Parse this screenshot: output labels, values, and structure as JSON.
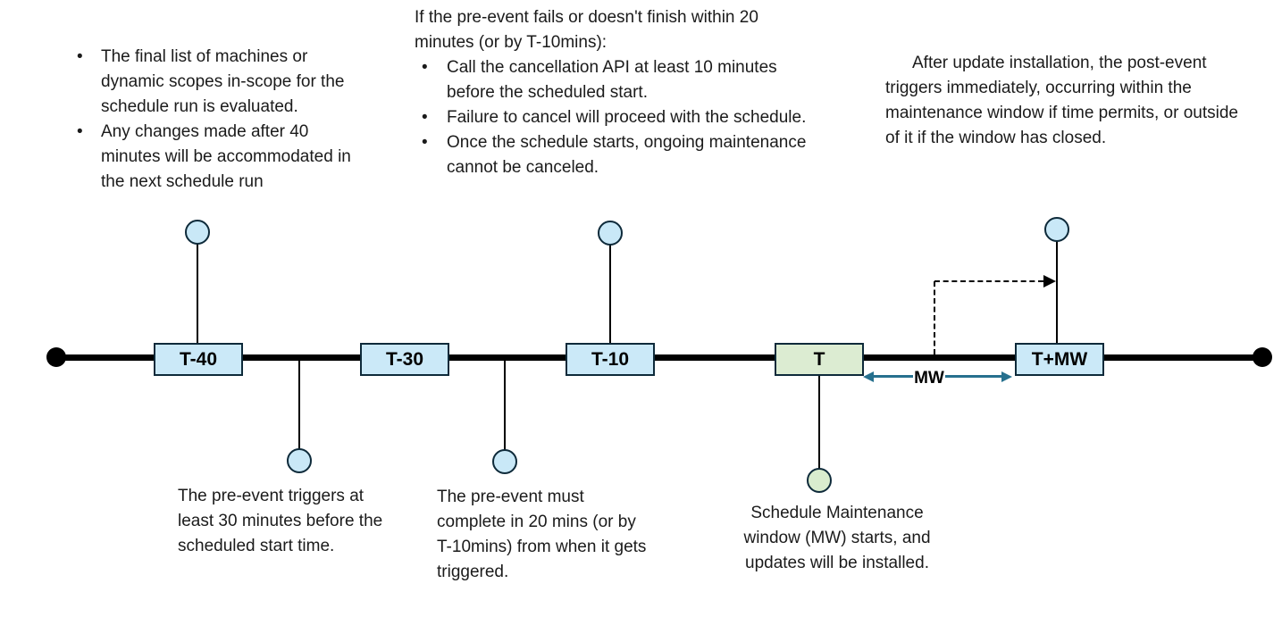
{
  "diagram": {
    "notes": {
      "scope_evaluation": {
        "bullets": [
          "The final list of machines or dynamic scopes in-scope for the schedule run is evaluated.",
          "Any changes made after 40 minutes will be accommodated in the next schedule run"
        ]
      },
      "pre_event_failure": {
        "intro": "If the pre-event fails or doesn't finish within 20 minutes (or by T-10mins):",
        "bullets": [
          "Call the cancellation API at least 10 minutes before the scheduled start.",
          "Failure to cancel will proceed with the schedule.",
          "Once the schedule starts, ongoing maintenance cannot be canceled."
        ]
      },
      "post_event": "After update installation, the post-event triggers immediately, occurring within the maintenance window if time permits, or outside of it if the window has closed.",
      "pre_event_trigger": "The pre-event triggers at least 30 minutes before the scheduled start time.",
      "pre_event_complete": "The pre-event must complete in 20 mins (or by T-10mins) from when it gets triggered.",
      "mw_start": "Schedule Maintenance window (MW) starts, and updates will be installed."
    },
    "milestones": [
      {
        "label": "T-40",
        "type": "blue"
      },
      {
        "label": "T-30",
        "type": "blue"
      },
      {
        "label": "T-10",
        "type": "blue"
      },
      {
        "label": "T",
        "type": "green"
      },
      {
        "label": "T+MW",
        "type": "blue"
      }
    ],
    "mw_label": "MW",
    "colors": {
      "box_blue": "#cbe9f8",
      "box_green": "#dcecd2",
      "box_border": "#0e2a3a",
      "circle_blue": "#c9e8f7",
      "circle_green": "#d9ecce",
      "mw_arrow": "#26708e",
      "line": "#000000"
    }
  }
}
